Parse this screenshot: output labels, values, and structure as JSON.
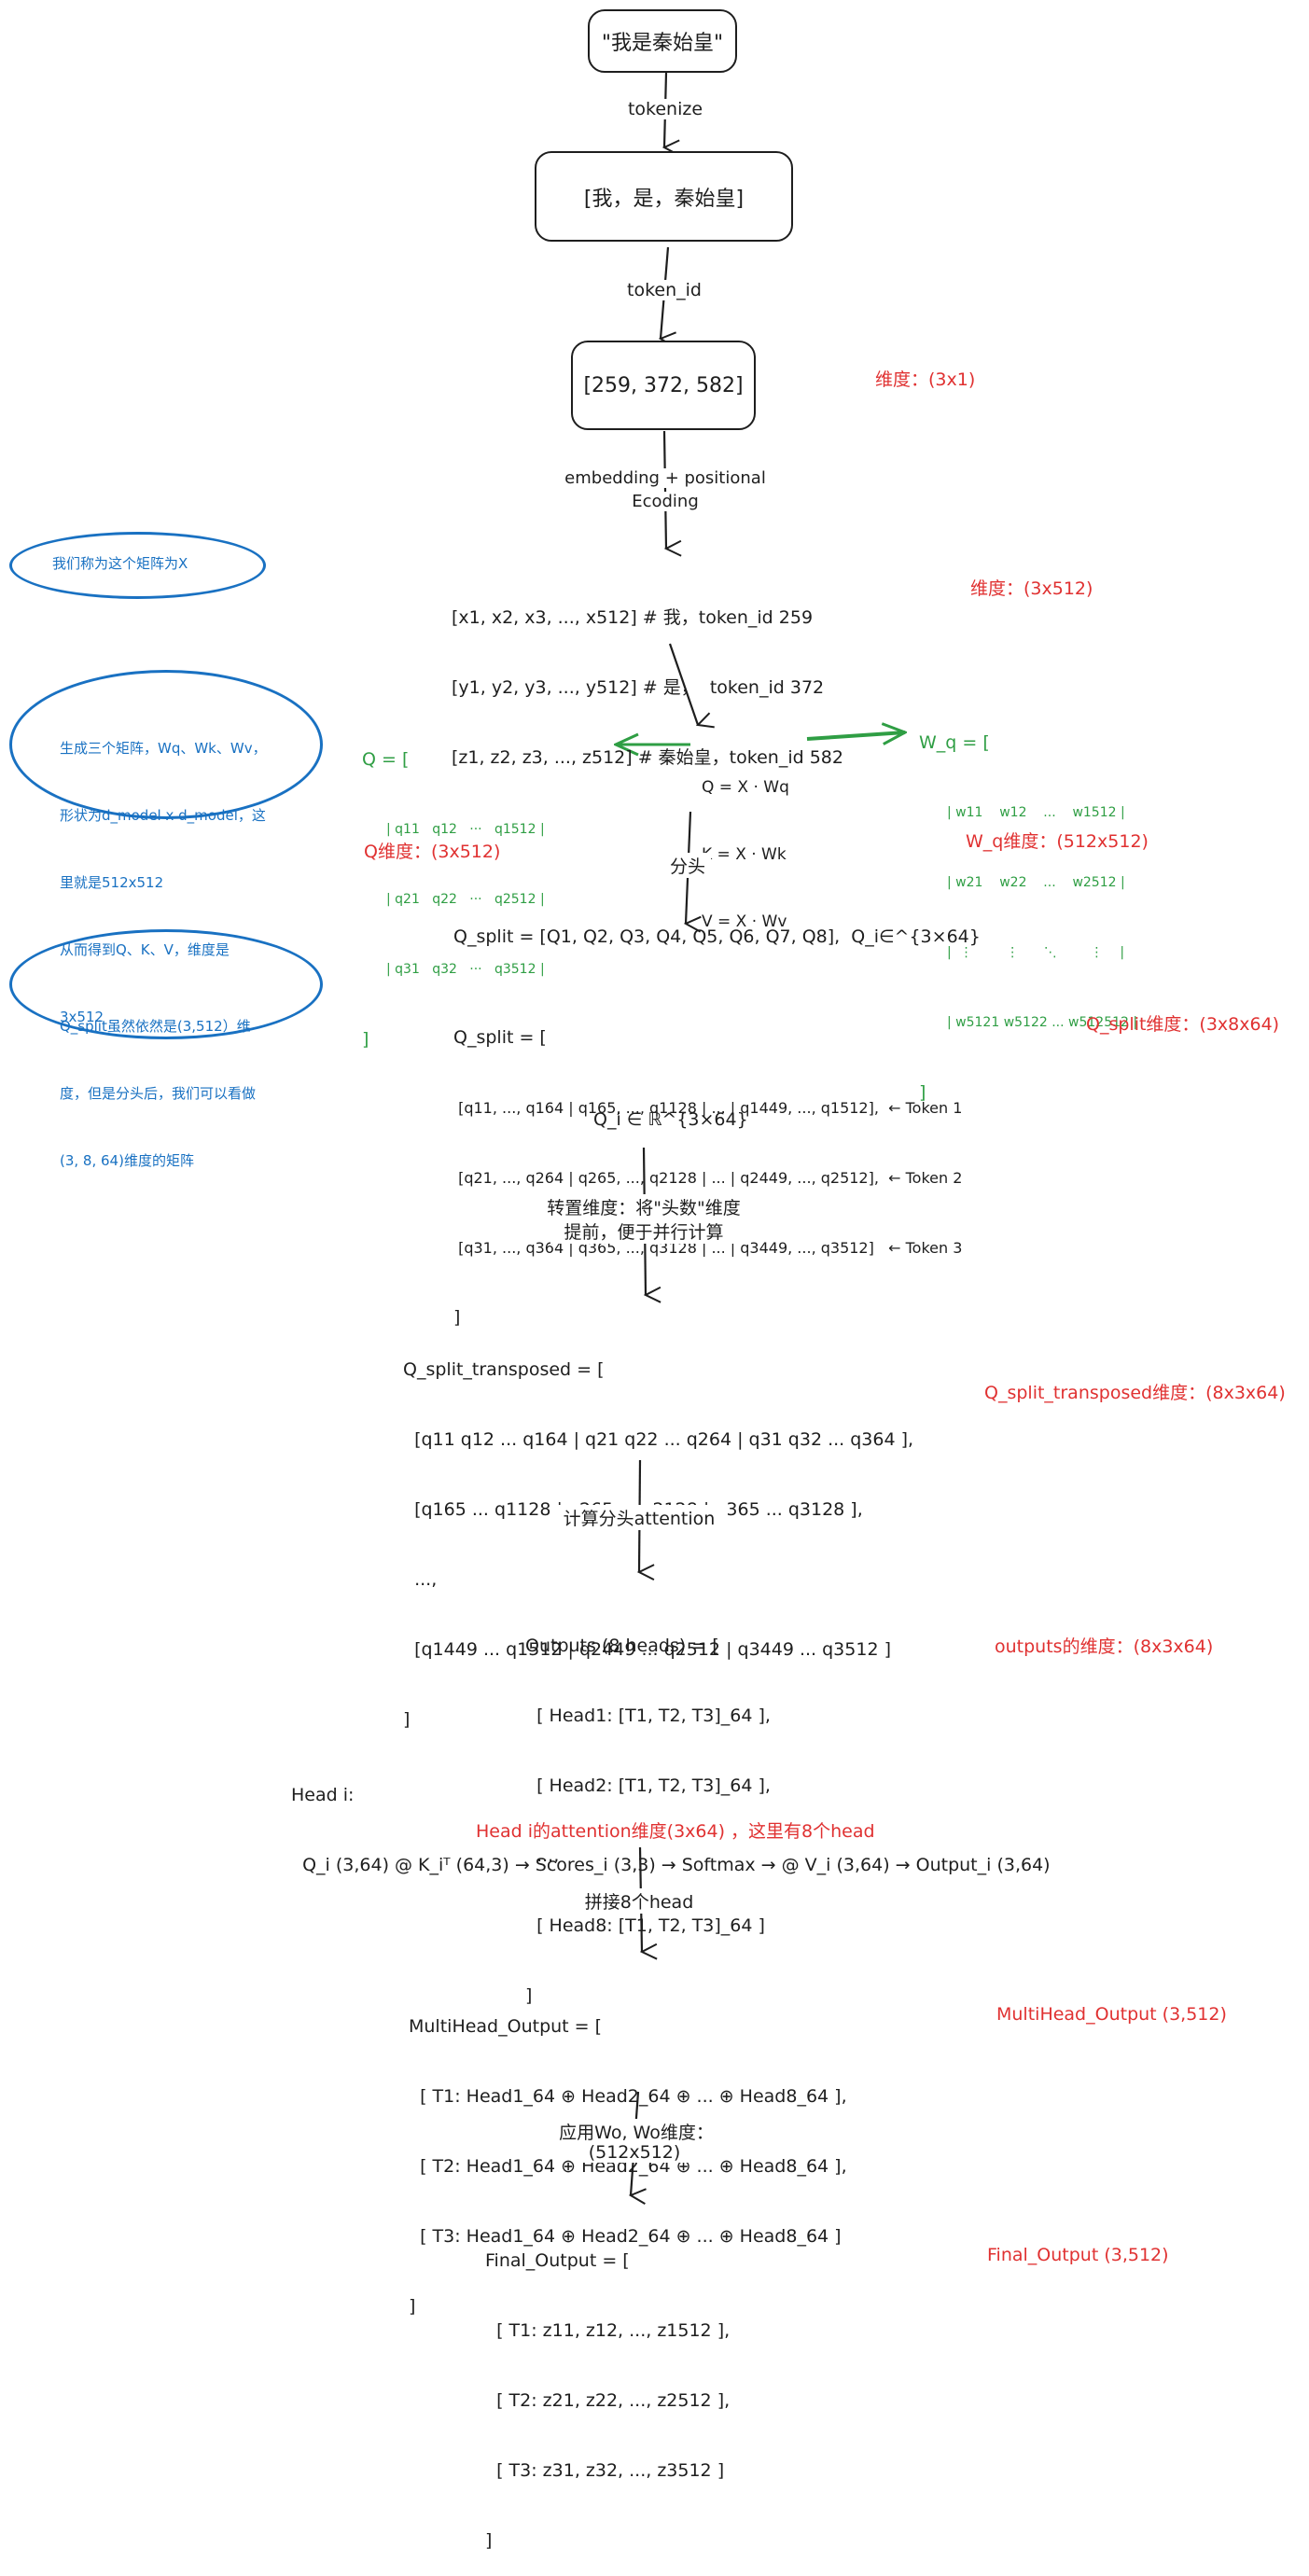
{
  "nodes": {
    "input_text": "\"我是秦始皇\"",
    "tokens": "[我，是，秦始皇]",
    "token_ids": "[259, 372, 582]"
  },
  "edges": {
    "tokenize": "tokenize",
    "token_id": "token_id",
    "embedding_line1": "embedding + positional",
    "embedding_line2": "Ecoding",
    "split_heads": "分头",
    "transpose_line1": "转置维度：将\"头数\"维度",
    "transpose_line2": "提前，便于并行计算",
    "compute_attention": "计算分头attention",
    "concat_heads": "拼接8个head",
    "apply_wo_line1": "应用Wo, Wo维度：",
    "apply_wo_line2": "(512x512)"
  },
  "embedding_matrix": [
    "[x1, x2, x3, ..., x512] # 我，token_id 259",
    "[y1, y2, y3, ..., y512] # 是，  token_id 372",
    "[z1, z2, z3, ..., z512] # 秦始皇，token_id 582"
  ],
  "qkv_formulas": [
    "Q = X · Wq",
    "K = X · Wk",
    "V = X · Wv"
  ],
  "q_matrix": {
    "open": "Q = [",
    "rows": [
      "| q11   q12   ···   q1512 |",
      "| q21   q22   ···   q2512 |",
      "| q31   q32   ···   q3512 |"
    ],
    "close": "]"
  },
  "wq_matrix": {
    "open": "W_q = [",
    "rows": [
      "| w11    w12    ...    w1512 |",
      "| w21    w22    ...    w2512 |",
      "|  ⋮        ⋮      ⋱        ⋮    |",
      "| w5121 w5122 ... w512512 |"
    ],
    "close": "]"
  },
  "q_split_list": "Q_split = [Q1, Q2, Q3, Q4, Q5, Q6, Q7, Q8],  Q_i∈^{3×64}",
  "q_split_matrix": {
    "open": "Q_split = [",
    "rows": [
      " [q11, ..., q164 | q165, ..., q1128 | ... | q1449, ..., q1512],  ← Token 1",
      " [q21, ..., q264 | q265, ..., q2128 | ... | q2449, ..., q2512],  ← Token 2",
      " [q31, ..., q364 | q365, ..., q3128 | ... | q3449, ..., q3512]   ← Token 3"
    ],
    "close": "]"
  },
  "q_i_shape": "Q_i ∈ ℝ^{3×64}",
  "q_split_transposed": {
    "open": "Q_split_transposed = [",
    "rows": [
      "  [q11 q12 ... q164 | q21 q22 ... q264 | q31 q32 ... q364 ],",
      "  [q165 ... q1128 | q265 ... q2128 | q365 ... q3128 ],",
      "  ...,",
      "  [q1449 ... q1512 | q2449 ... q2512 | q3449 ... q3512 ]"
    ],
    "close": "]"
  },
  "outputs": {
    "open": "Outputs (8 heads) = [",
    "rows": [
      "  [ Head1: [T1, T2, T3]_64 ],",
      "  [ Head2: [T1, T2, T3]_64 ],",
      "  ...,",
      "  [ Head8: [T1, T2, T3]_64 ]"
    ],
    "close": "]"
  },
  "head_i": {
    "title": "Head i:",
    "formula": "  Q_i (3,64) @ K_iᵀ (64,3) → Scores_i (3,3) → Softmax → @ V_i (3,64) → Output_i (3,64)"
  },
  "multihead_output": {
    "open": "MultiHead_Output = [",
    "rows": [
      "  [ T1: Head1_64 ⊕ Head2_64 ⊕ ... ⊕ Head8_64 ],",
      "  [ T2: Head1_64 ⊕ Head2_64 ⊕ ... ⊕ Head8_64 ],",
      "  [ T3: Head1_64 ⊕ Head2_64 ⊕ ... ⊕ Head8_64 ]"
    ],
    "close": "]"
  },
  "final_output": {
    "open": "Final_Output = [",
    "rows": [
      "  [ T1: z11, z12, ..., z1512 ],",
      "  [ T2: z21, z22, ..., z2512 ],",
      "  [ T3: z31, z32, ..., z3512 ]"
    ],
    "close": "]"
  },
  "annotations_red": {
    "token_ids_dim": "维度：(3x1)",
    "embedding_dim": "维度：(3x512)",
    "q_dim": "Q维度：(3x512)",
    "wq_dim": "W_q维度：(512x512)",
    "q_split_dim": "Q_split维度：(3x8x64)",
    "q_split_transposed_dim": "Q_split_transposed维度：(8x3x64)",
    "outputs_dim": "outputs的维度：(8x3x64)",
    "head_attention_dim": "Head i的attention维度(3x64) ，这里有8个head",
    "multihead_dim": "MultiHead_Output (3,512)",
    "final_dim": "Final_Output (3,512)"
  },
  "notes_blue": {
    "note1": "我们称为这个矩阵为X",
    "note2": [
      "生成三个矩阵，Wq、Wk、Wv，",
      "形状为d_model x d_model，这",
      "里就是512x512",
      "从而得到Q、K、V，维度是",
      "3x512"
    ],
    "note3": [
      "Q_split虽然依然是(3,512）维",
      "度，但是分头后，我们可以看做",
      "(3, 8, 64)维度的矩阵"
    ]
  },
  "colors": {
    "stroke": "#1e1e1e",
    "green": "#2f9e44",
    "red": "#e03131",
    "blue": "#1971c2"
  }
}
